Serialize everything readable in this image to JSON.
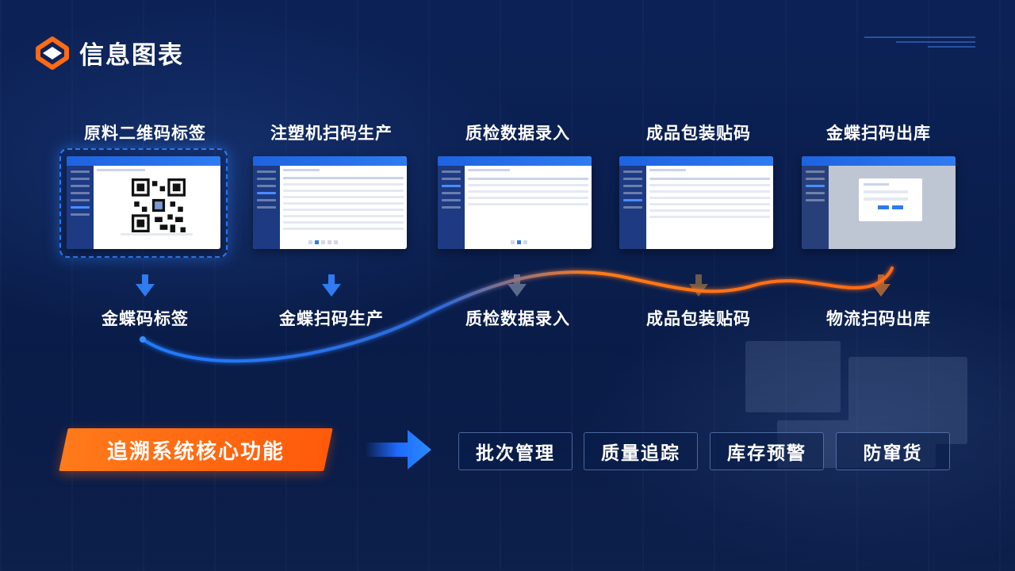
{
  "brand": {
    "title": "信息图表",
    "accent": "#ff6a14"
  },
  "steps": [
    {
      "title": "原料二维码标签",
      "sub": "金蝶码标签"
    },
    {
      "title": "注塑机扫码生产",
      "sub": "金蝶扫码生产"
    },
    {
      "title": "质检数据录入",
      "sub": "质检数据录入"
    },
    {
      "title": "成品包装贴码",
      "sub": "成品包装贴码"
    },
    {
      "title": "金蝶扫码出库",
      "sub": "物流扫码出库"
    }
  ],
  "banner": {
    "label": "追溯系统核心功能",
    "color": "#ff6a14"
  },
  "features": [
    "批次管理",
    "质量追踪",
    "库存预警",
    "防窜货"
  ],
  "colors": {
    "primary": "#2f7bf0",
    "background": "#0b1f4d",
    "orange": "#ff6a14"
  }
}
